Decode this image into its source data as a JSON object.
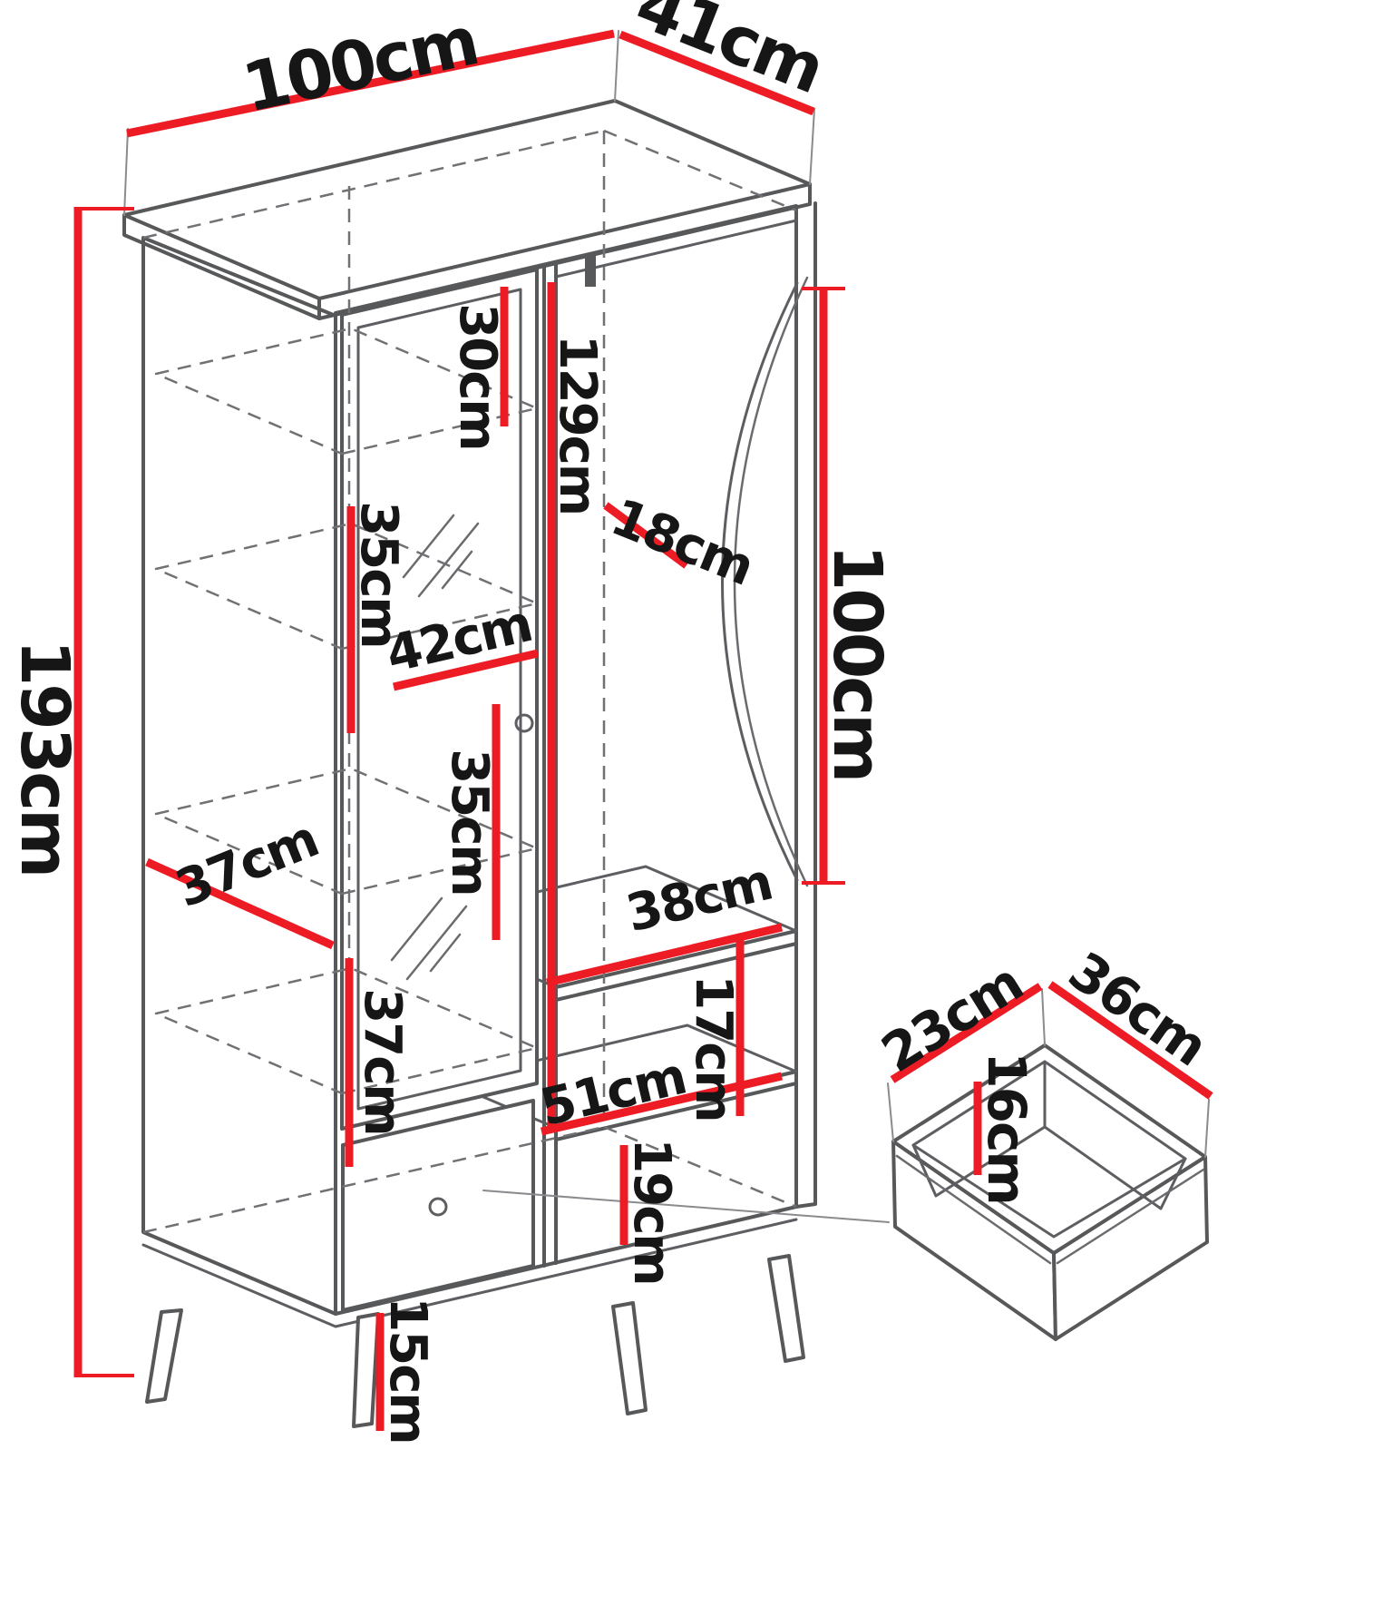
{
  "colors": {
    "accent": "#ec1b24",
    "line": "#57585a",
    "text": "#161616",
    "background": "#ffffff"
  },
  "cabinet": {
    "width": "100cm",
    "depth": "41cm",
    "height": "193cm",
    "interior": {
      "top_gap": "30cm",
      "hanging_height": "129cm",
      "rail_offset": "18cm",
      "side_curve_height": "100cm",
      "shelf_gap_upper": "35cm",
      "left_section_width": "42cm",
      "shelf_gap_middle": "35cm",
      "side_depth": "37cm",
      "shelf_gap_lower": "37cm",
      "right_shelf_width": "38cm",
      "right_shelf_gap": "17cm",
      "right_section_width": "51cm",
      "bottom_gap": "19cm",
      "leg_height": "15cm"
    }
  },
  "drawer": {
    "depth": "23cm",
    "width": "36cm",
    "height": "16cm"
  }
}
